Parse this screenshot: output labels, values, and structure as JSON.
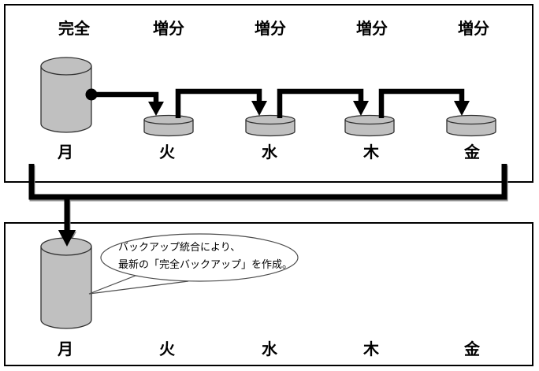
{
  "top_panel": {
    "type_labels": [
      "完全",
      "増分",
      "増分",
      "増分",
      "増分"
    ],
    "day_labels": [
      "月",
      "火",
      "水",
      "木",
      "金"
    ]
  },
  "bottom_panel": {
    "day_labels": [
      "月",
      "火",
      "水",
      "木",
      "金"
    ],
    "callout": {
      "line1": "バックアップ統合により、",
      "line2": "最新の「完全バックアップ」を作成。"
    }
  },
  "icons": {
    "full_backup_disk": "large-gray-cylinder",
    "incremental_backup_disk": "small-gray-cylinder",
    "branch_node": "filled-black-dot",
    "flow_arrow": "thick-black-elbow-arrow",
    "consolidation_connector": "thick-black-bracket-with-down-arrow",
    "callout_bubble": "oval-speech-balloon"
  },
  "colors": {
    "background": "#ffffff",
    "panel_border": "#000000",
    "disk_fill": "#c0c0c0",
    "disk_stroke": "#303030",
    "connector": "#000000",
    "callout_stroke": "#4d4d4d",
    "callout_fill": "#ffffff"
  }
}
